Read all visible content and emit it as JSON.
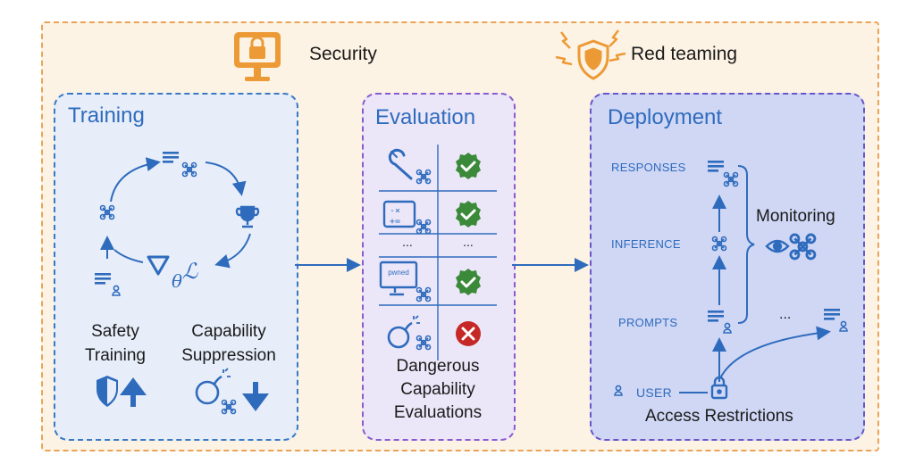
{
  "header": {
    "security": "Security",
    "red_teaming": "Red teaming"
  },
  "training": {
    "title": "Training",
    "safety": "Safety\nTraining",
    "suppression": "Capability\nSuppression"
  },
  "evaluation": {
    "title": "Evaluation",
    "ellipsis": "...",
    "caption": "Dangerous\nCapability\nEvaluations",
    "pwned": "pwned"
  },
  "deployment": {
    "title": "Deployment",
    "responses": "RESPONSES",
    "inference": "INFERENCE",
    "prompts": "PROMPTS",
    "monitoring": "Monitoring",
    "ellipsis": "...",
    "user": "USER",
    "access": "Access Restrictions"
  },
  "colors": {
    "blue": "#2f6bbd",
    "green": "#3a8a3a",
    "red": "#c62828",
    "orange": "#eaa357"
  }
}
